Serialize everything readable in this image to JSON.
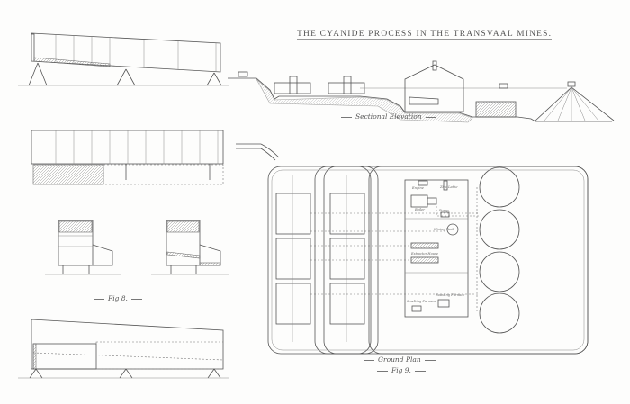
{
  "title": "THE CYANIDE PROCESS IN THE TRANSVAAL MINES.",
  "captions": {
    "sectional_elevation": "Sectional Elevation",
    "ground_plan": "Ground Plan",
    "fig8": "Fig 8.",
    "fig9": "Fig 9."
  },
  "plan_labels": {
    "engine": "Engine",
    "zinc_lathe": "Zinc Lathe",
    "boiler": "Boiler",
    "pump": "Pump",
    "mixing_tank": "Mixing Tank",
    "extractor_house": "Extractor House",
    "smelting_furnace": "Smelting Furnace",
    "roasting_furnace": "Roasting Furnace"
  }
}
